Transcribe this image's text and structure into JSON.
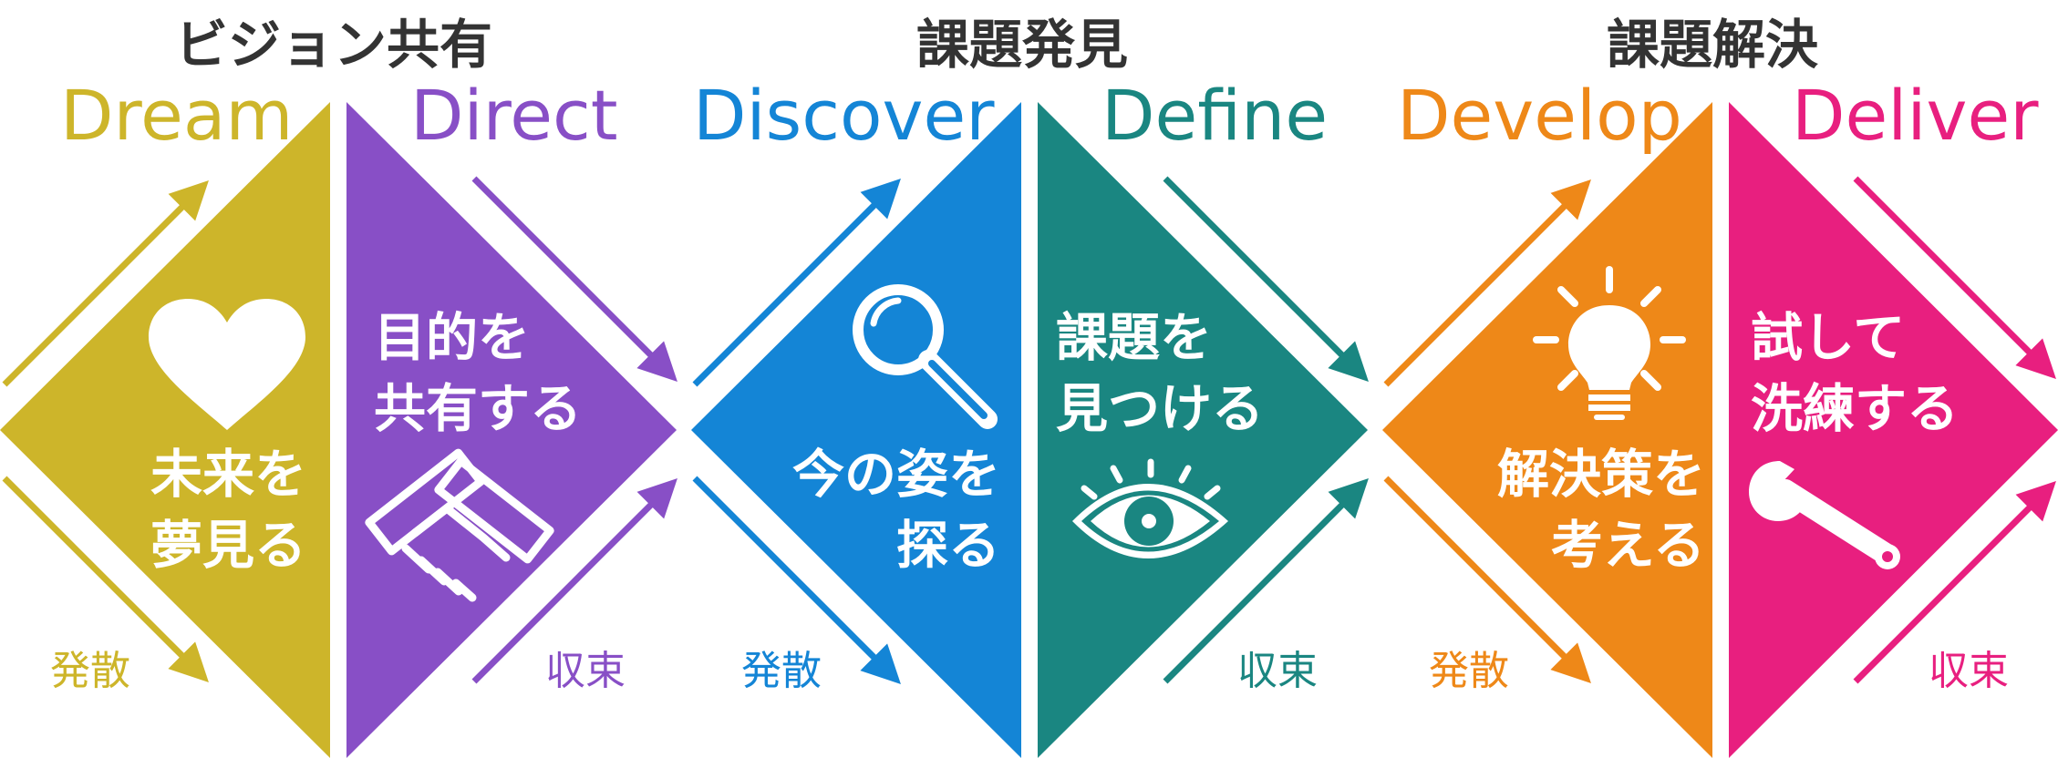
{
  "phases": [
    {
      "label": "ビジョン共有"
    },
    {
      "label": "課題発見"
    },
    {
      "label": "課題解決"
    }
  ],
  "stages": [
    {
      "name": "Dream",
      "color": "#cdb52a",
      "text_lines": [
        "未来を",
        "夢見る"
      ],
      "mode": "発散",
      "icon": "heart-icon"
    },
    {
      "name": "Direct",
      "color": "#884fc6",
      "text_lines": [
        "目的を",
        "共有する"
      ],
      "mode": "収束",
      "icon": "handshake-icon"
    },
    {
      "name": "Discover",
      "color": "#1485d6",
      "text_lines": [
        "今の姿を",
        "探る"
      ],
      "mode": "発散",
      "icon": "magnifier-icon"
    },
    {
      "name": "Define",
      "color": "#1a8681",
      "text_lines": [
        "課題を",
        "見つける"
      ],
      "mode": "収束",
      "icon": "eye-icon"
    },
    {
      "name": "Develop",
      "color": "#ee8818",
      "text_lines": [
        "解決策を",
        "考える"
      ],
      "mode": "発散",
      "icon": "lightbulb-icon"
    },
    {
      "name": "Deliver",
      "color": "#e81f7f",
      "text_lines": [
        "試して",
        "洗練する"
      ],
      "mode": "収束",
      "icon": "wrench-icon"
    }
  ]
}
